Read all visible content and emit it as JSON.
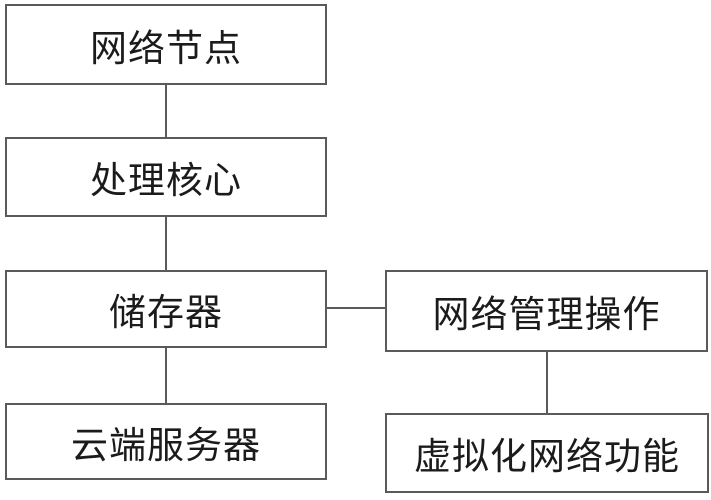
{
  "diagram": {
    "type": "flowchart",
    "background_color": "#ffffff",
    "box_border_color": "#5a5a5a",
    "connector_color": "#5a5a5a",
    "text_color": "#1b1b1b",
    "nodes": [
      {
        "id": "network-node",
        "label": "网络节点"
      },
      {
        "id": "processing-core",
        "label": "处理核心"
      },
      {
        "id": "storage",
        "label": "储存器"
      },
      {
        "id": "cloud-server",
        "label": "云端服务器"
      },
      {
        "id": "network-management-operation",
        "label": "网络管理操作"
      },
      {
        "id": "virtualized-network-function",
        "label": "虚拟化网络功能"
      }
    ],
    "edges": [
      {
        "from": "network-node",
        "to": "processing-core",
        "orientation": "vertical"
      },
      {
        "from": "processing-core",
        "to": "storage",
        "orientation": "vertical"
      },
      {
        "from": "storage",
        "to": "cloud-server",
        "orientation": "vertical"
      },
      {
        "from": "storage",
        "to": "network-management-operation",
        "orientation": "horizontal"
      },
      {
        "from": "network-management-operation",
        "to": "virtualized-network-function",
        "orientation": "vertical"
      }
    ]
  }
}
